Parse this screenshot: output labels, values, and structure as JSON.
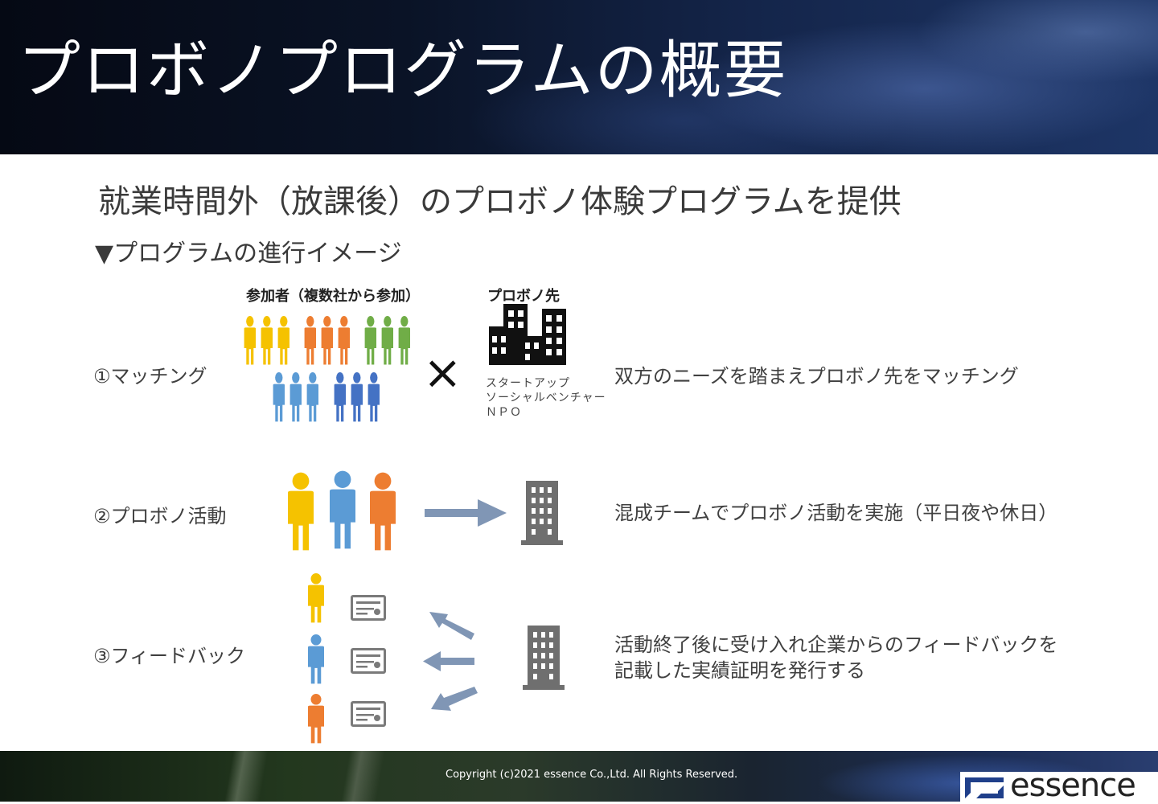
{
  "title": "プロボノプログラムの概要",
  "subtitle": "就業時間外（放課後）のプロボノ体験プログラムを提供",
  "section_label": "▼プログラムの進行イメージ",
  "steps": [
    {
      "label": "①マッチング",
      "description": "双方のニーズを踏まえプロボノ先をマッチング"
    },
    {
      "label": "②プロボノ活動",
      "description": "混成チームでプロボノ活動を実施（平日夜や休日）"
    },
    {
      "label": "③フィードバック",
      "description_line1": "活動終了後に受け入れ企業からのフィードバックを",
      "description_line2": "記載した実績証明を発行する"
    }
  ],
  "matching": {
    "participants_label": "参加者（複数社から参加）",
    "partner_label": "プロボノ先",
    "cross_symbol": "×",
    "partner_types": [
      "スタートアップ",
      "ソーシャルベンチャー",
      "ＮＰＯ"
    ]
  },
  "colors": {
    "yellow": "#f5c200",
    "orange": "#ed7d31",
    "green": "#70ad47",
    "blue": "#5b9bd5",
    "darkblue": "#4472c4",
    "arrow": "#8096b5",
    "building_gray": "#6f6f6f"
  },
  "icons": {
    "people": "person-group-icon",
    "building": "building-icon",
    "certificate": "certificate-icon",
    "arrow": "arrow-icon"
  },
  "footer": {
    "copyright": "Copyright (c)2021 essence Co.,Ltd. All Rights Reserved.",
    "logo_text": "essence"
  }
}
